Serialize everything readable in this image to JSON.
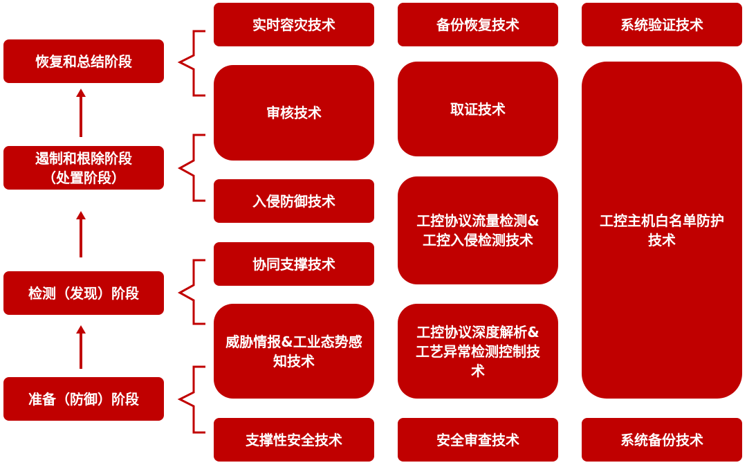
{
  "colors": {
    "fill": "#c00000",
    "text": "#ffffff",
    "line": "#c00000"
  },
  "stages": {
    "recovery": "恢复和总结阶段",
    "containment_line1": "遏制和根除阶段",
    "containment_line2": "（处置阶段）",
    "detection": "检测（发现）阶段",
    "preparation": "准备（防御）阶段"
  },
  "tech": {
    "realtime_dr": "实时容灾技术",
    "backup_restore": "备份恢复技术",
    "system_verify": "系统验证技术",
    "audit": "审核技术",
    "forensics": "取证技术",
    "whitelist": "工控主机白名单防护技术",
    "intrusion_defense": "入侵防御技术",
    "protocol_traffic": "工控协议流量检测&工控入侵检测技术",
    "collab_support": "协同支撑技术",
    "threat_intel": "威胁情报&工业态势感知技术",
    "protocol_dpi": "工控协议深度解析&工艺异常检测控制技术",
    "support_security": "支撑性安全技术",
    "security_audit": "安全审查技术",
    "system_backup": "系统备份技术"
  }
}
